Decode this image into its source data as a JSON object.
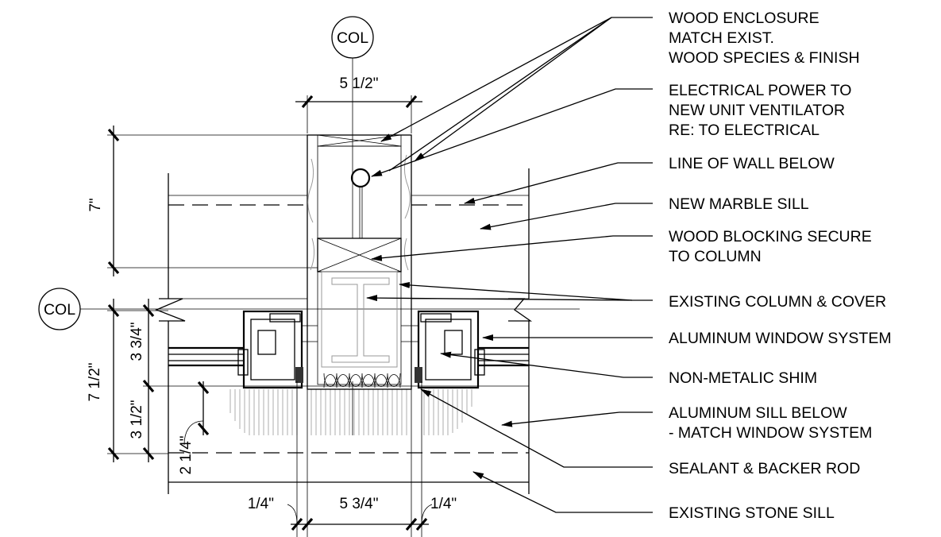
{
  "bubbles": {
    "top": "COL",
    "left": "COL"
  },
  "dimensions": {
    "top_width": "5 1/2\"",
    "height_upper": "7\"",
    "left_outer": "7 1/2\"",
    "left_a": "3 3/4\"",
    "left_b": "3 1/2\"",
    "left_c": "2 1/4\"",
    "bottom_left": "1/4\"",
    "bottom_mid": "5 3/4\"",
    "bottom_right": "1/4\""
  },
  "callouts": [
    {
      "lines": [
        "WOOD ENCLOSURE",
        "MATCH EXIST.",
        "WOOD SPECIES & FINISH"
      ]
    },
    {
      "lines": [
        "ELECTRICAL POWER TO",
        "NEW UNIT VENTILATOR",
        "RE: TO ELECTRICAL"
      ]
    },
    {
      "lines": [
        "LINE OF WALL BELOW"
      ]
    },
    {
      "lines": [
        "NEW MARBLE SILL"
      ]
    },
    {
      "lines": [
        "WOOD BLOCKING SECURE",
        "TO COLUMN"
      ]
    },
    {
      "lines": [
        "EXISTING COLUMN & COVER"
      ]
    },
    {
      "lines": [
        "ALUMINUM WINDOW SYSTEM"
      ]
    },
    {
      "lines": [
        "NON-METALIC SHIM"
      ]
    },
    {
      "lines": [
        "ALUMINUM SILL BELOW",
        "- MATCH WINDOW SYSTEM"
      ]
    },
    {
      "lines": [
        "SEALANT & BACKER ROD"
      ]
    },
    {
      "lines": [
        "EXISTING STONE SILL"
      ]
    }
  ]
}
